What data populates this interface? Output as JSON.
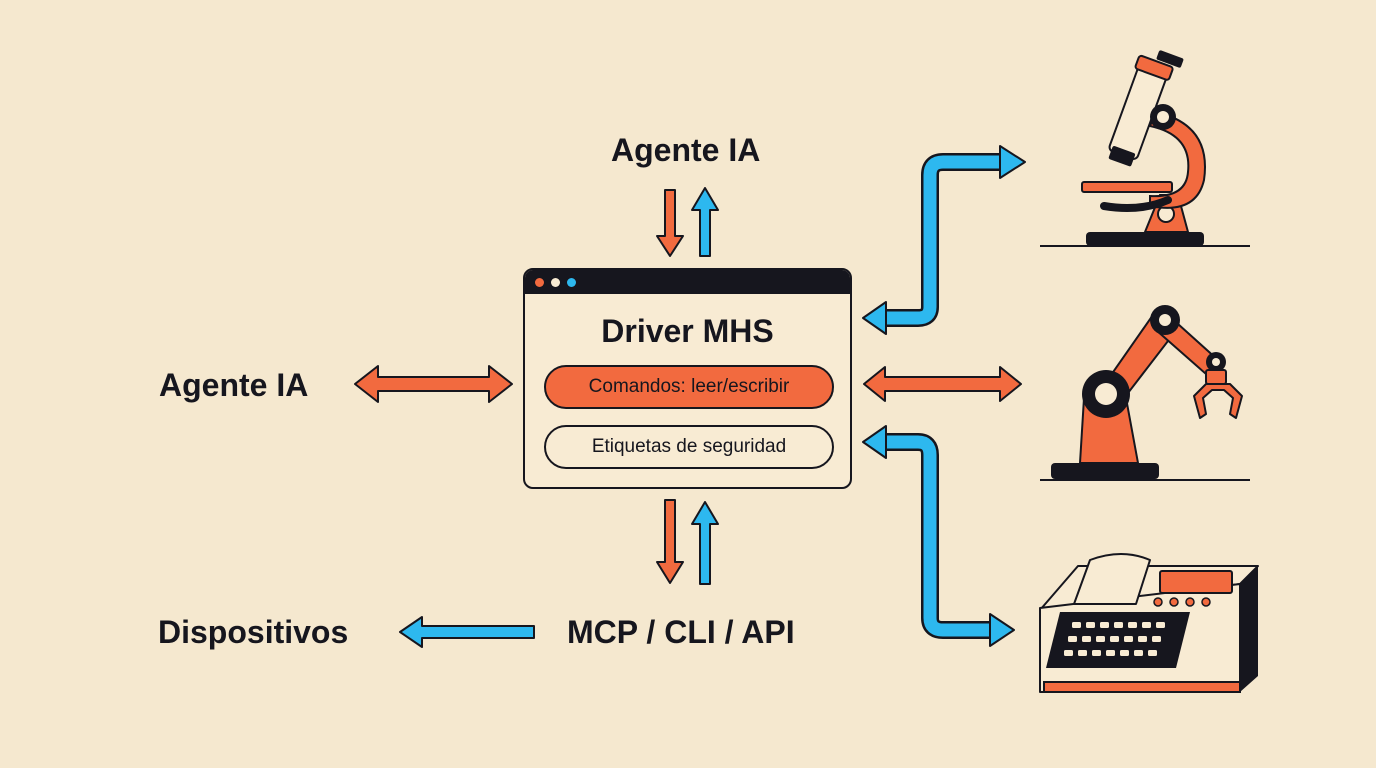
{
  "labels": {
    "agent_top": "Agente IA",
    "agent_left": "Agente IA",
    "devices": "Dispositivos",
    "interfaces": "MCP / CLI / API"
  },
  "window": {
    "title": "Driver MHS",
    "commands": "Comandos: leer/escribir",
    "tags": "Etiquetas de seguridad"
  },
  "colors": {
    "background": "#f5e8cf",
    "orange": "#f26a3f",
    "blue": "#2db8ef",
    "ink": "#16161e",
    "cream": "#f8ebd3"
  },
  "devices": [
    {
      "icon": "microscope-icon"
    },
    {
      "icon": "robot-arm-icon"
    },
    {
      "icon": "printer-icon"
    }
  ]
}
